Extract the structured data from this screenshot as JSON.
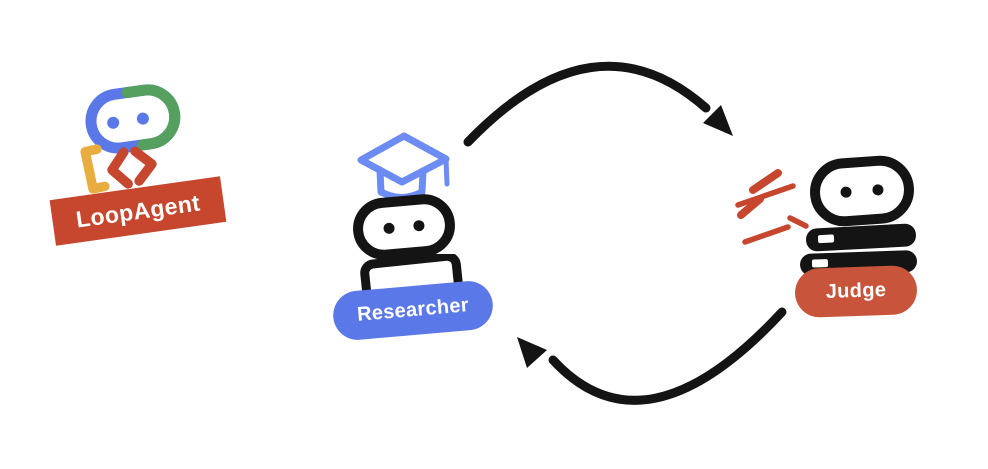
{
  "logo": {
    "label": "LoopAgent",
    "icon": "loopagent-robot-icon"
  },
  "cycle": {
    "agents": [
      {
        "id": "researcher",
        "label": "Researcher",
        "icon": "researcher-robot-icon",
        "accessory": "graduation-cap-icon",
        "color": "#5B78E8"
      },
      {
        "id": "judge",
        "label": "Judge",
        "icon": "judge-robot-icon",
        "accessory": "emphasis-burst-icon",
        "color": "#C8543B"
      }
    ],
    "arrows": [
      {
        "from": "researcher",
        "to": "judge",
        "shape": "clockwise-top-arc"
      },
      {
        "from": "judge",
        "to": "researcher",
        "shape": "clockwise-bottom-arc"
      }
    ]
  },
  "colors": {
    "red": "#C6462E",
    "red-soft": "#C8543B",
    "blue": "#5B78E8",
    "blue-light": "#6C8CF3",
    "green": "#55A05E",
    "yellow": "#E9AC3E",
    "ink": "#141414",
    "white": "#FFFFFF"
  }
}
